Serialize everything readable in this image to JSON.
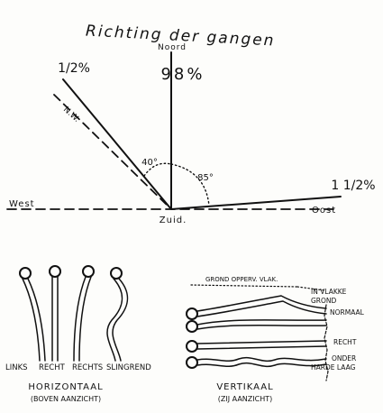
{
  "compass": {
    "title": "Richting der gangen",
    "north_label": "Noord",
    "south_label": "Zuid.",
    "west_label": "West",
    "east_label": "Oost",
    "nw_label": "N.W.",
    "north_percent": "98%",
    "nw_percent": "1/2%",
    "east_percent": "1 1/2%",
    "angle_left": "40°",
    "angle_right": "85°"
  },
  "horizontal": {
    "labels": [
      "LINKS",
      "RECHT",
      "RECHTS",
      "SLINGREND"
    ],
    "title": "HORIZONTAAL",
    "subtitle": "(BOVEN AANZICHT)"
  },
  "vertical": {
    "ground_label": "GROND OPPERV. VLAK.",
    "type_flat": "IN VLAKKE GROND",
    "type_normal": "NORMAAL",
    "type_straight": "RECHT",
    "type_hard": "ONDER HARDE LAAG",
    "title": "VERTIKAAL",
    "subtitle": "(ZIJ AANZICHT)"
  },
  "colors": {
    "ink": "#111111",
    "paper": "#fdfdfb"
  }
}
